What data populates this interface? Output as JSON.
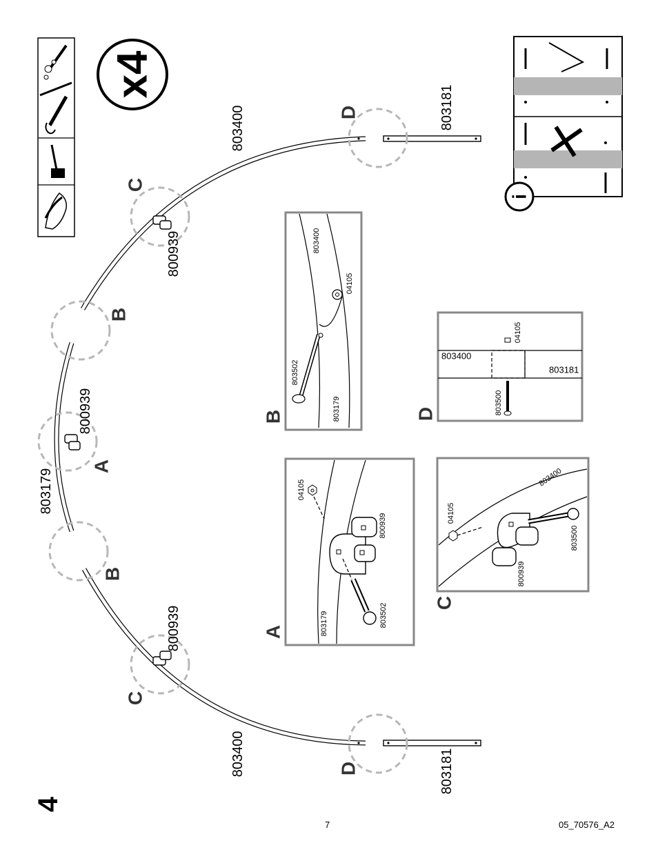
{
  "step_number": "4",
  "quantity": "x4",
  "page_number": "7",
  "doc_code": "05_70576_A2",
  "parts": {
    "arch_top": "803400",
    "arch_bottom": "803400",
    "arch_mid": "803179",
    "leg_top": "803181",
    "leg_bottom": "803181",
    "clamp_top": "800939",
    "clamp_mid": "800939",
    "clamp_bottom": "800939"
  },
  "callouts": {
    "top_c": "C",
    "top_d": "D",
    "top_b": "B",
    "mid_a": "A",
    "bot_b": "B",
    "bot_c": "C",
    "bot_d": "D"
  },
  "detail_b": {
    "letter": "B",
    "tube_upper": "803400",
    "tube_lower": "803179",
    "nut": "04105",
    "bolt": "803502"
  },
  "detail_d": {
    "letter": "D",
    "tube_left": "803400",
    "tube_right": "803181",
    "nut": "04105",
    "bolt": "803500"
  },
  "detail_a": {
    "letter": "A",
    "nut": "04105",
    "clamp": "800939",
    "tube": "803179",
    "bolt": "803502"
  },
  "detail_c": {
    "letter": "C",
    "nut": "04105",
    "tube": "803400",
    "bolt": "803500",
    "clamp": "800939"
  },
  "info_icon": "i"
}
